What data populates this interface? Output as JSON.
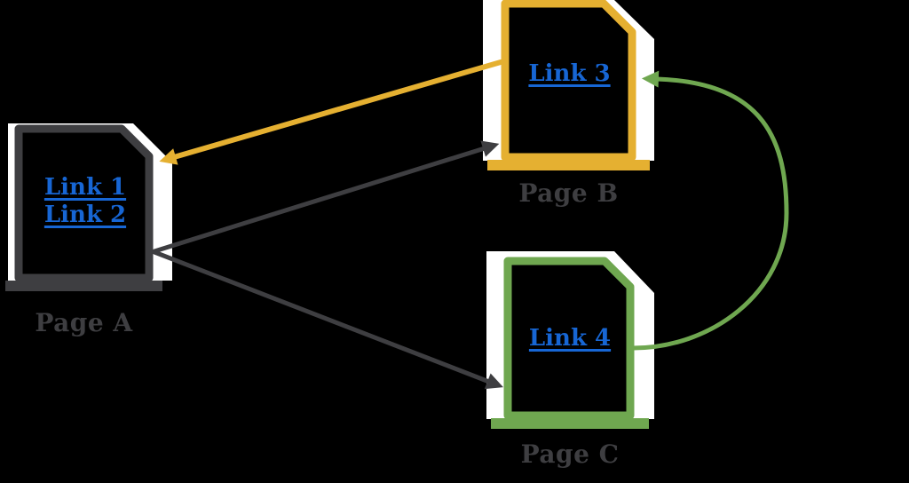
{
  "colors": {
    "background": "#000000",
    "page-dark": "#3E3E41",
    "page-yellow": "#E5B031",
    "page-green": "#6FA750",
    "link-blue": "#1766D4",
    "label-text": "#3E3E41",
    "halo-white": "#FFFFFF"
  },
  "diagram": {
    "pages": {
      "a": {
        "label": "Page A",
        "border_color": "#3E3E41",
        "links": [
          "Link 1",
          "Link 2"
        ]
      },
      "b": {
        "label": "Page B",
        "border_color": "#E5B031",
        "links": [
          "Link 3"
        ]
      },
      "c": {
        "label": "Page C",
        "border_color": "#6FA750",
        "links": [
          "Link 4"
        ]
      }
    },
    "arrows": [
      {
        "from": "Page A",
        "to": "Page B",
        "color": "#3E3E41"
      },
      {
        "from": "Page A",
        "to": "Page C",
        "color": "#3E3E41"
      },
      {
        "from": "Page B",
        "to": "Page A",
        "color": "#E5B031"
      },
      {
        "from": "Page C",
        "to": "Page B",
        "color": "#6FA750"
      }
    ]
  }
}
